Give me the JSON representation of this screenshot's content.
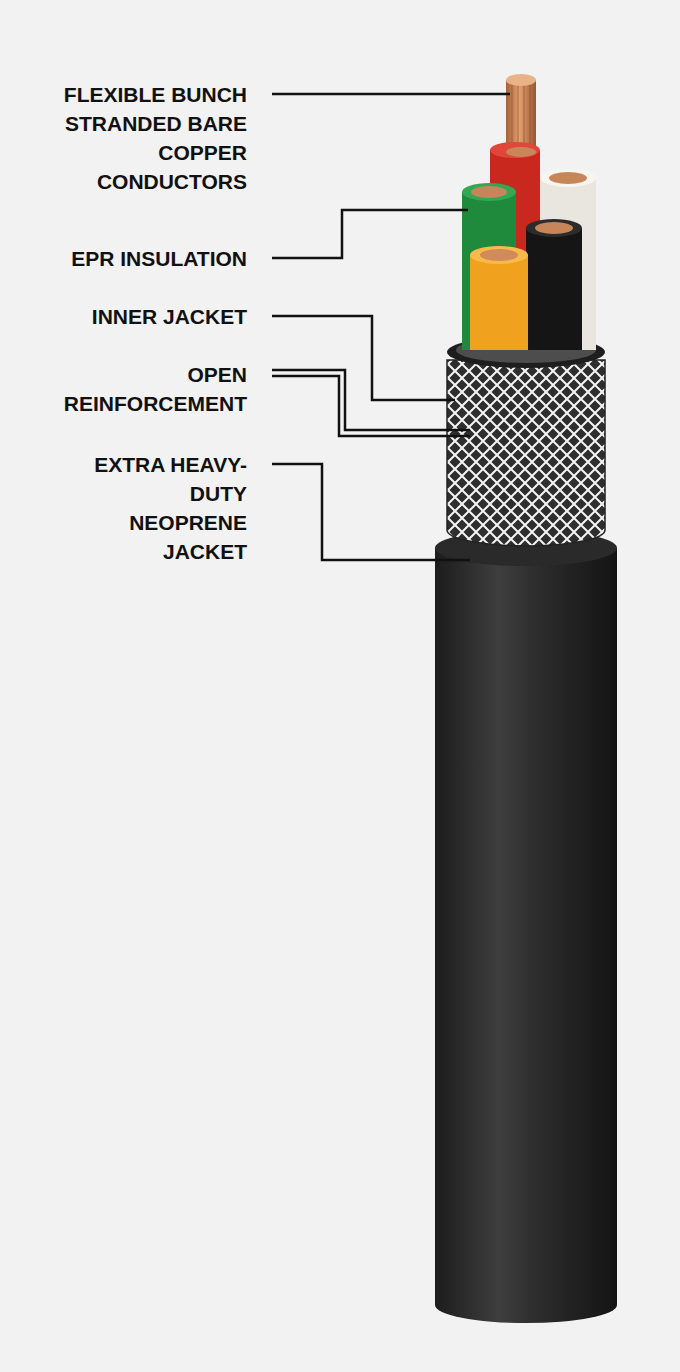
{
  "diagram": {
    "labels": [
      "FLEXIBLE BUNCH STRANDED BARE COPPER CONDUCTORS",
      "EPR INSULATION",
      "INNER JACKET",
      "OPEN REINFORCEMENT",
      "EXTRA HEAVY-DUTY NEOPRENE JACKET"
    ]
  }
}
